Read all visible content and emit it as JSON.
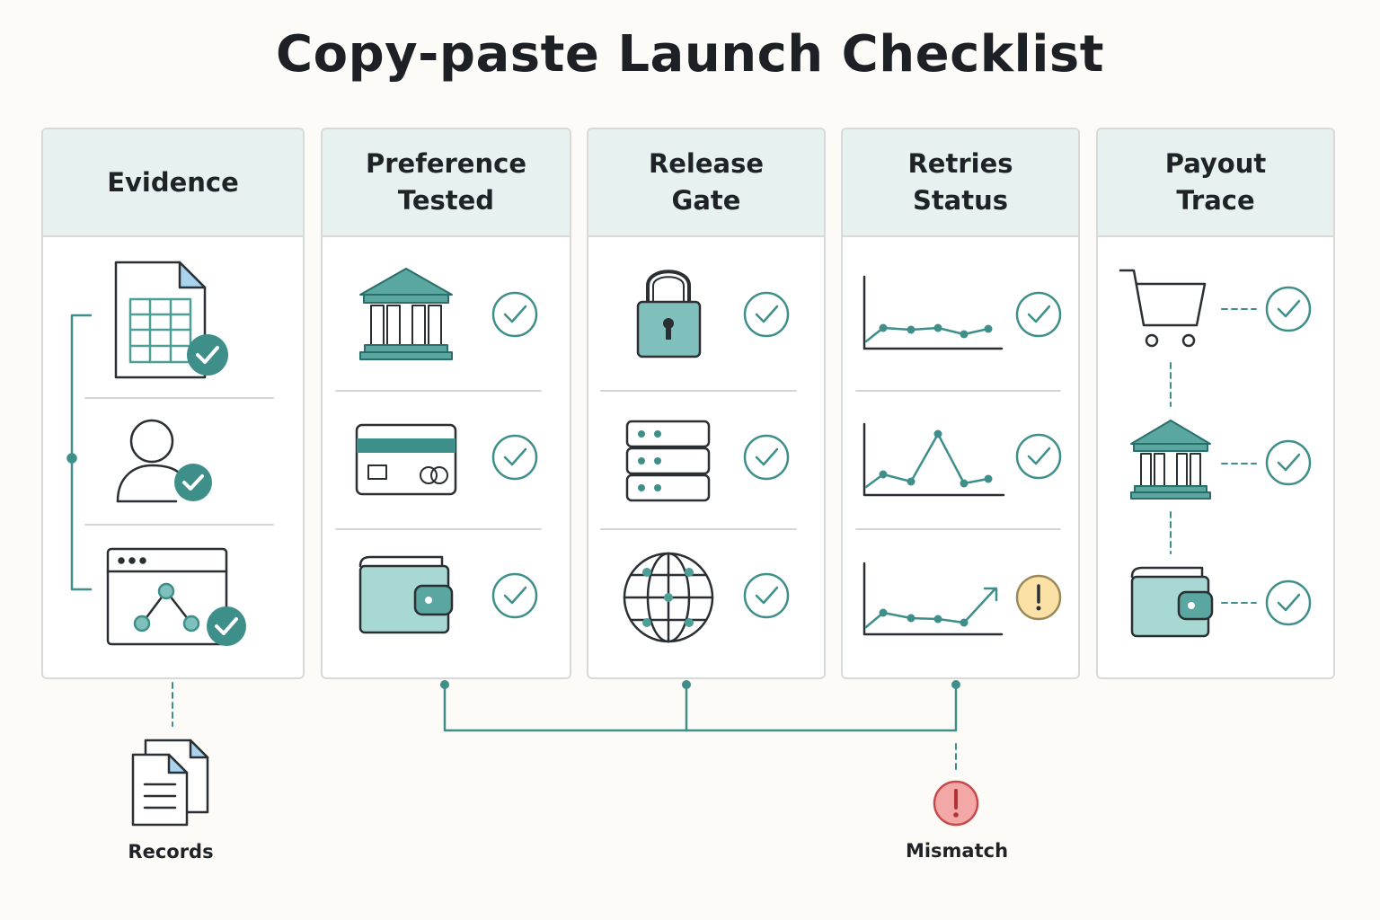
{
  "title": "Copy-paste Launch Checklist",
  "columns": [
    {
      "heading": "Evidence",
      "rows": [
        {
          "icon": "spreadsheet-document-icon",
          "status": "check"
        },
        {
          "icon": "user-icon",
          "status": "check"
        },
        {
          "icon": "browser-workflow-icon",
          "status": "check"
        }
      ]
    },
    {
      "heading": "Preference\nTested",
      "rows": [
        {
          "icon": "bank-icon",
          "status": "check"
        },
        {
          "icon": "credit-card-icon",
          "status": "check"
        },
        {
          "icon": "wallet-icon",
          "status": "check"
        }
      ]
    },
    {
      "heading": "Release\nGate",
      "rows": [
        {
          "icon": "lock-icon",
          "status": "check"
        },
        {
          "icon": "server-icon",
          "status": "check"
        },
        {
          "icon": "globe-icon",
          "status": "check"
        }
      ]
    },
    {
      "heading": "Retries\nStatus",
      "rows": [
        {
          "icon": "line-chart-flat-icon",
          "status": "check"
        },
        {
          "icon": "line-chart-spike-icon",
          "status": "check"
        },
        {
          "icon": "line-chart-rising-icon",
          "status": "warning"
        }
      ]
    },
    {
      "heading": "Payout\nTrace",
      "rows": [
        {
          "icon": "shopping-cart-icon",
          "status": "check"
        },
        {
          "icon": "bank-icon",
          "status": "check"
        },
        {
          "icon": "wallet-icon",
          "status": "check"
        }
      ]
    }
  ],
  "records_label": "Records",
  "mismatch_label": "Mismatch",
  "colors": {
    "accent": "#3e8f8a",
    "accent_fill": "#7fbfbc",
    "header_bg": "#e6f1f0",
    "warning_fill": "#fbe1a6",
    "error_fill": "#f3a7a7",
    "error_stroke": "#c64a4a"
  }
}
